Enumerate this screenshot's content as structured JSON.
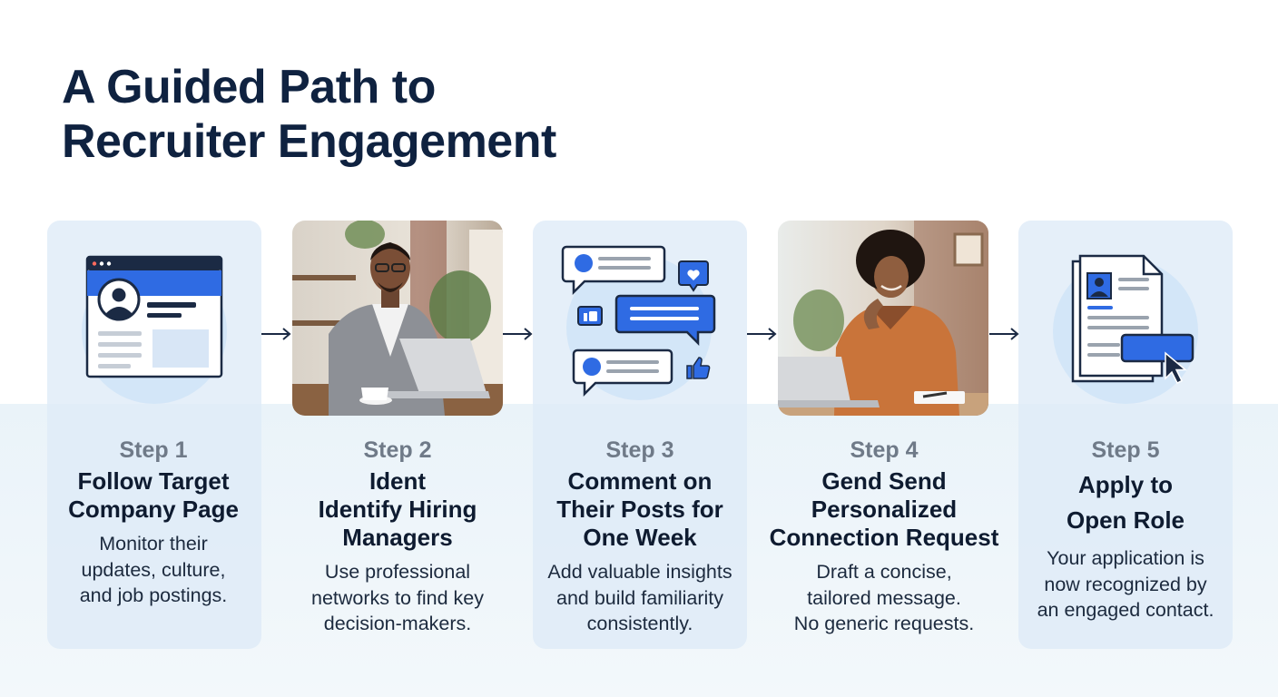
{
  "title": {
    "line1": "A Guided Path to",
    "line2": "Recruiter Engagement"
  },
  "steps": [
    {
      "label": "Step 1",
      "title_lines": [
        "Follow Target",
        "Company Page"
      ],
      "desc_lines": [
        "Monitor their",
        "updates, culture,",
        "and job postings."
      ],
      "illustration": "company-page-icon"
    },
    {
      "label": "Step 2",
      "title_lines": [
        "Ident",
        "Identify Hiring",
        "Managers"
      ],
      "desc_lines": [
        "Use professional",
        "networks to find key",
        "decision-makers."
      ],
      "illustration": "man-at-laptop-photo"
    },
    {
      "label": "Step 3",
      "title_lines": [
        "Comment on",
        "Their Posts for",
        "One Week"
      ],
      "desc_lines": [
        "Add valuable insights",
        "and build familiarity",
        "consistently."
      ],
      "illustration": "comment-bubbles-icon"
    },
    {
      "label": "Step 4",
      "title_lines": [
        "Gend Send",
        "Personalized",
        "Connection Request"
      ],
      "desc_lines": [
        "Draft a concise,",
        "tailored message.",
        "No generic requests."
      ],
      "illustration": "woman-at-laptop-photo"
    },
    {
      "label": "Step 5",
      "title_lines": [
        "Apply to",
        "Open Role"
      ],
      "desc_lines": [
        "Your application is",
        "now recognized by",
        "an engaged contact."
      ],
      "illustration": "application-document-icon"
    }
  ],
  "colors": {
    "heading": "#0f2240",
    "accent_blue": "#2f6be3",
    "step_label": "#6f7a88",
    "card_bg": "#deebf7",
    "icon_circle": "#d3e6f8"
  }
}
